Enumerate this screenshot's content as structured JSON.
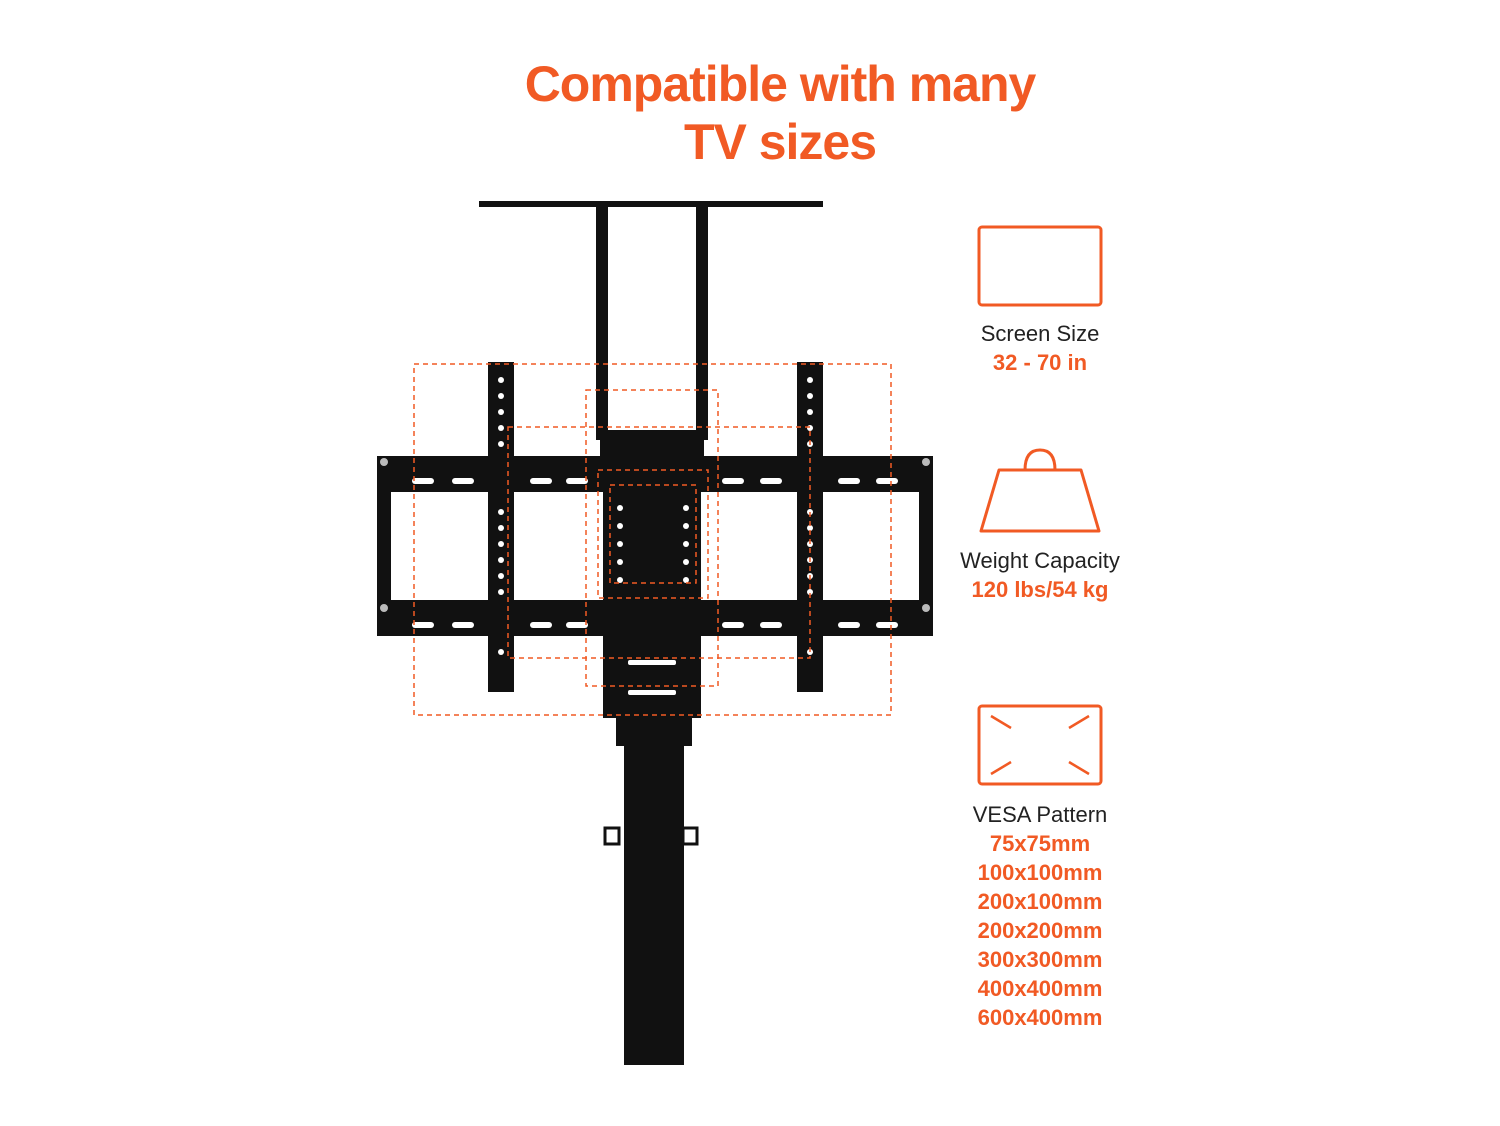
{
  "title": {
    "line1": "Compatible with many",
    "line2": "TV sizes"
  },
  "specs": {
    "screen_size": {
      "label": "Screen Size",
      "value": "32 - 70 in",
      "icon": "screen-icon"
    },
    "weight": {
      "label": "Weight Capacity",
      "value": "120 lbs/54 kg",
      "icon": "weight-icon"
    },
    "vesa": {
      "label": "VESA Pattern",
      "icon": "vesa-icon",
      "values": [
        "75x75mm",
        "100x100mm",
        "200x100mm",
        "200x200mm",
        "300x300mm",
        "400x400mm",
        "600x400mm"
      ]
    }
  },
  "colors": {
    "accent": "#f15a24",
    "product": "#111111",
    "text": "#222222"
  }
}
